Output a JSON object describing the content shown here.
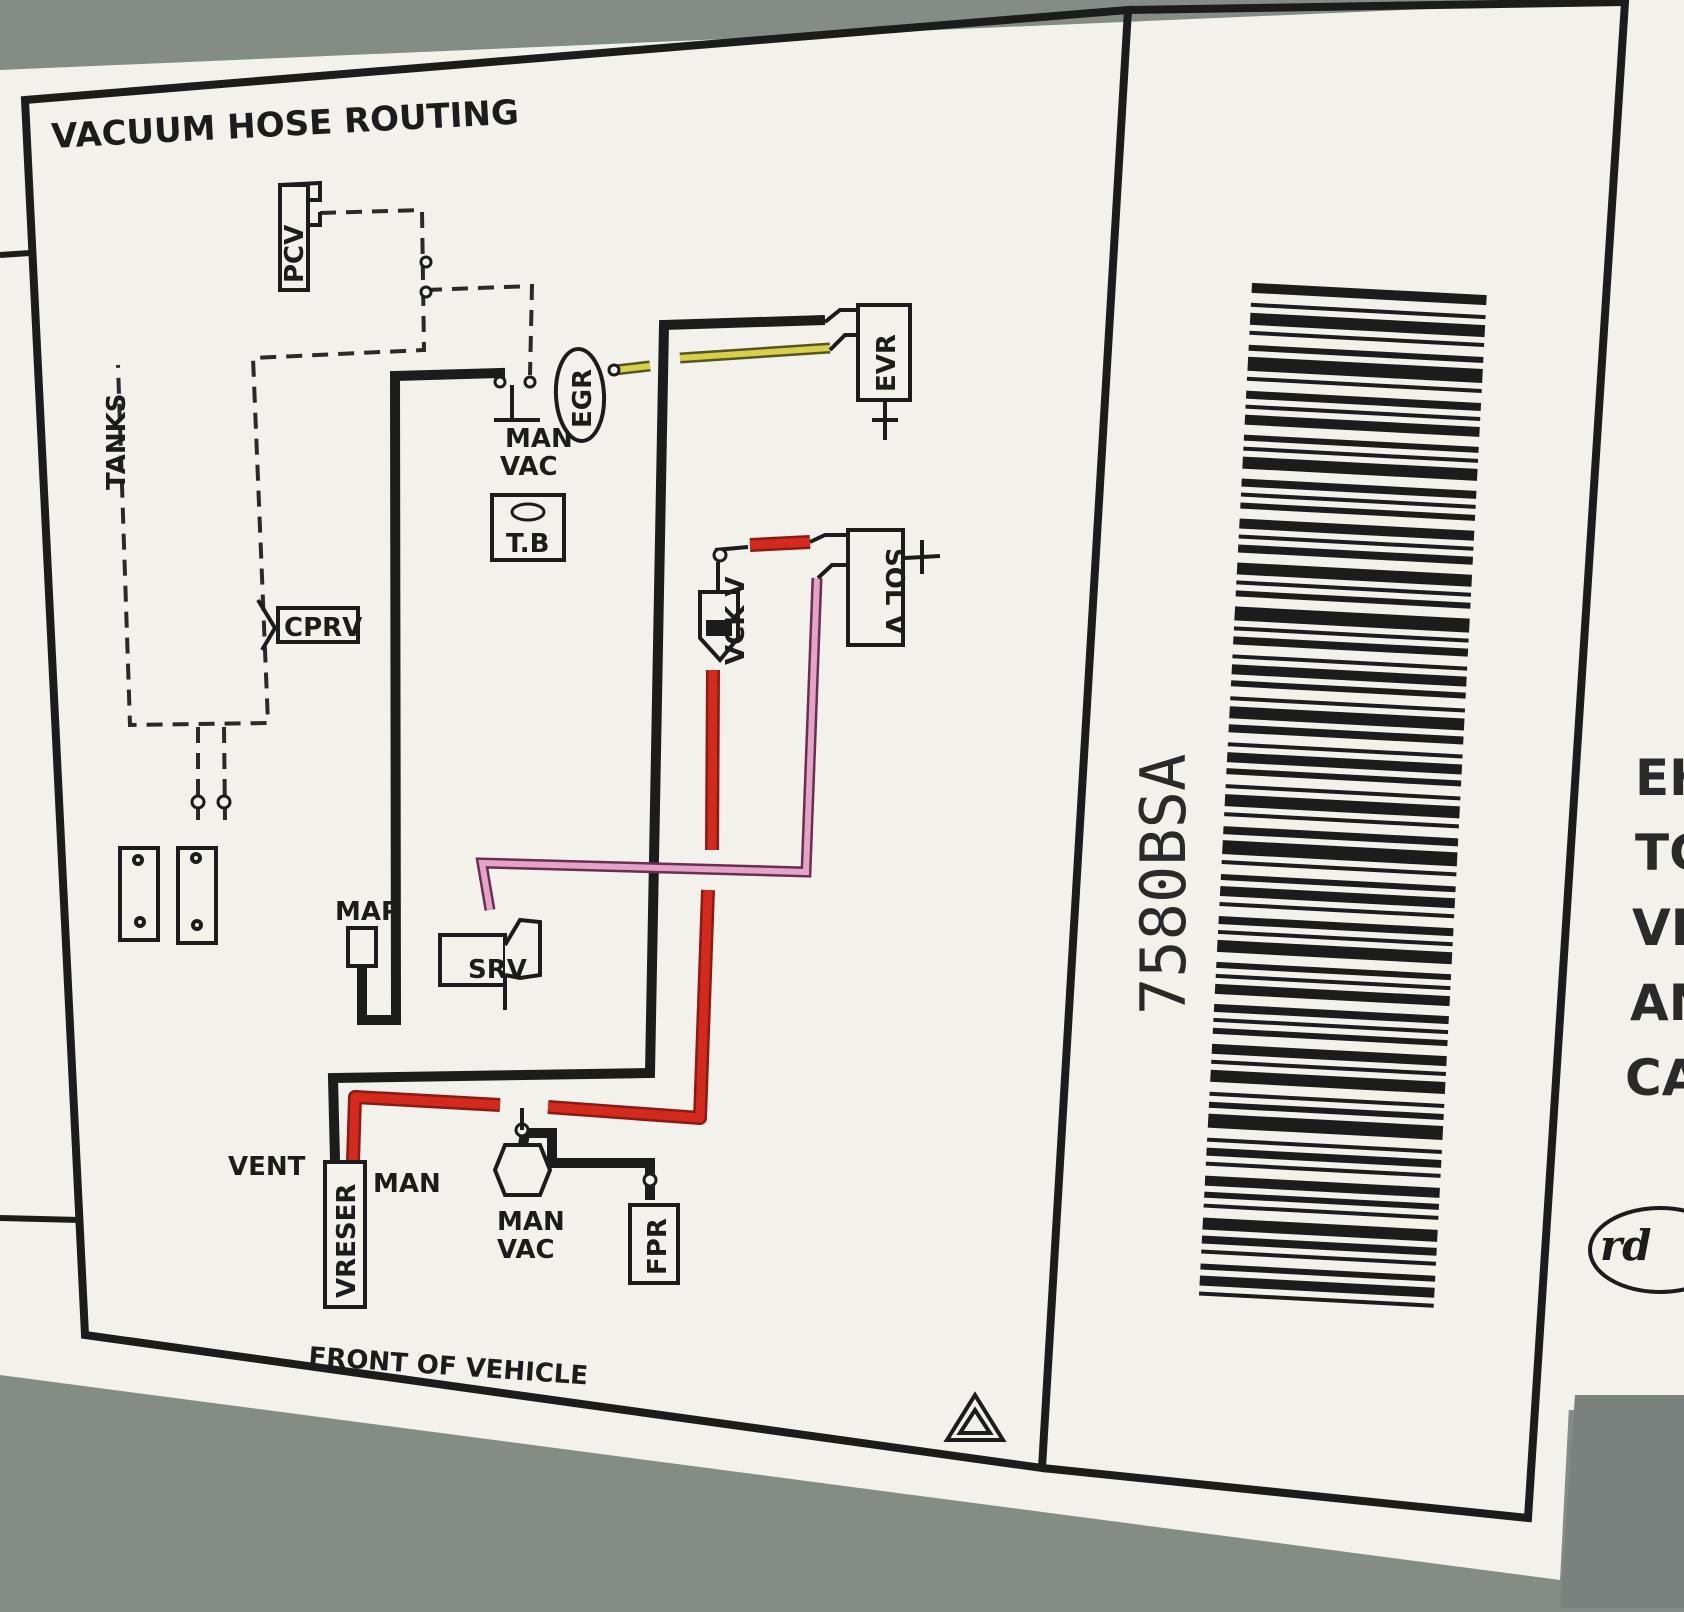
{
  "title": "VACUUM HOSE ROUTING",
  "front_label": "FRONT OF VEHICLE",
  "part_number": "7580BSA",
  "colors": {
    "hose_black": "#1c1c1c",
    "hose_red": "#d42a1e",
    "hose_pink": "#d98ab8",
    "hose_yellow": "#c9c235",
    "hose_dashed": "#2a2a2a",
    "label_bg": "#f2f1ec",
    "background": "#858c88"
  },
  "components": {
    "pcv": "PCV",
    "egr": "EGR",
    "evr": "EVR",
    "tanks": "TANKS",
    "man_vac_1a": "MAN",
    "man_vac_1b": "VAC",
    "tb": "T.B",
    "cprv": "CPRV",
    "sol_v": "SOL V",
    "vck_v": "VCK V",
    "map": "MAP",
    "srv": "SRV",
    "vent": "VENT",
    "man": "MAN",
    "vreser": "VRESER",
    "man_vac_2a": "MAN",
    "man_vac_2b": "VAC",
    "fpr": "FPR"
  },
  "side_panel": {
    "lines": [
      "EH",
      "TC",
      "VE",
      "AN",
      "CA"
    ],
    "logo": "rd"
  }
}
